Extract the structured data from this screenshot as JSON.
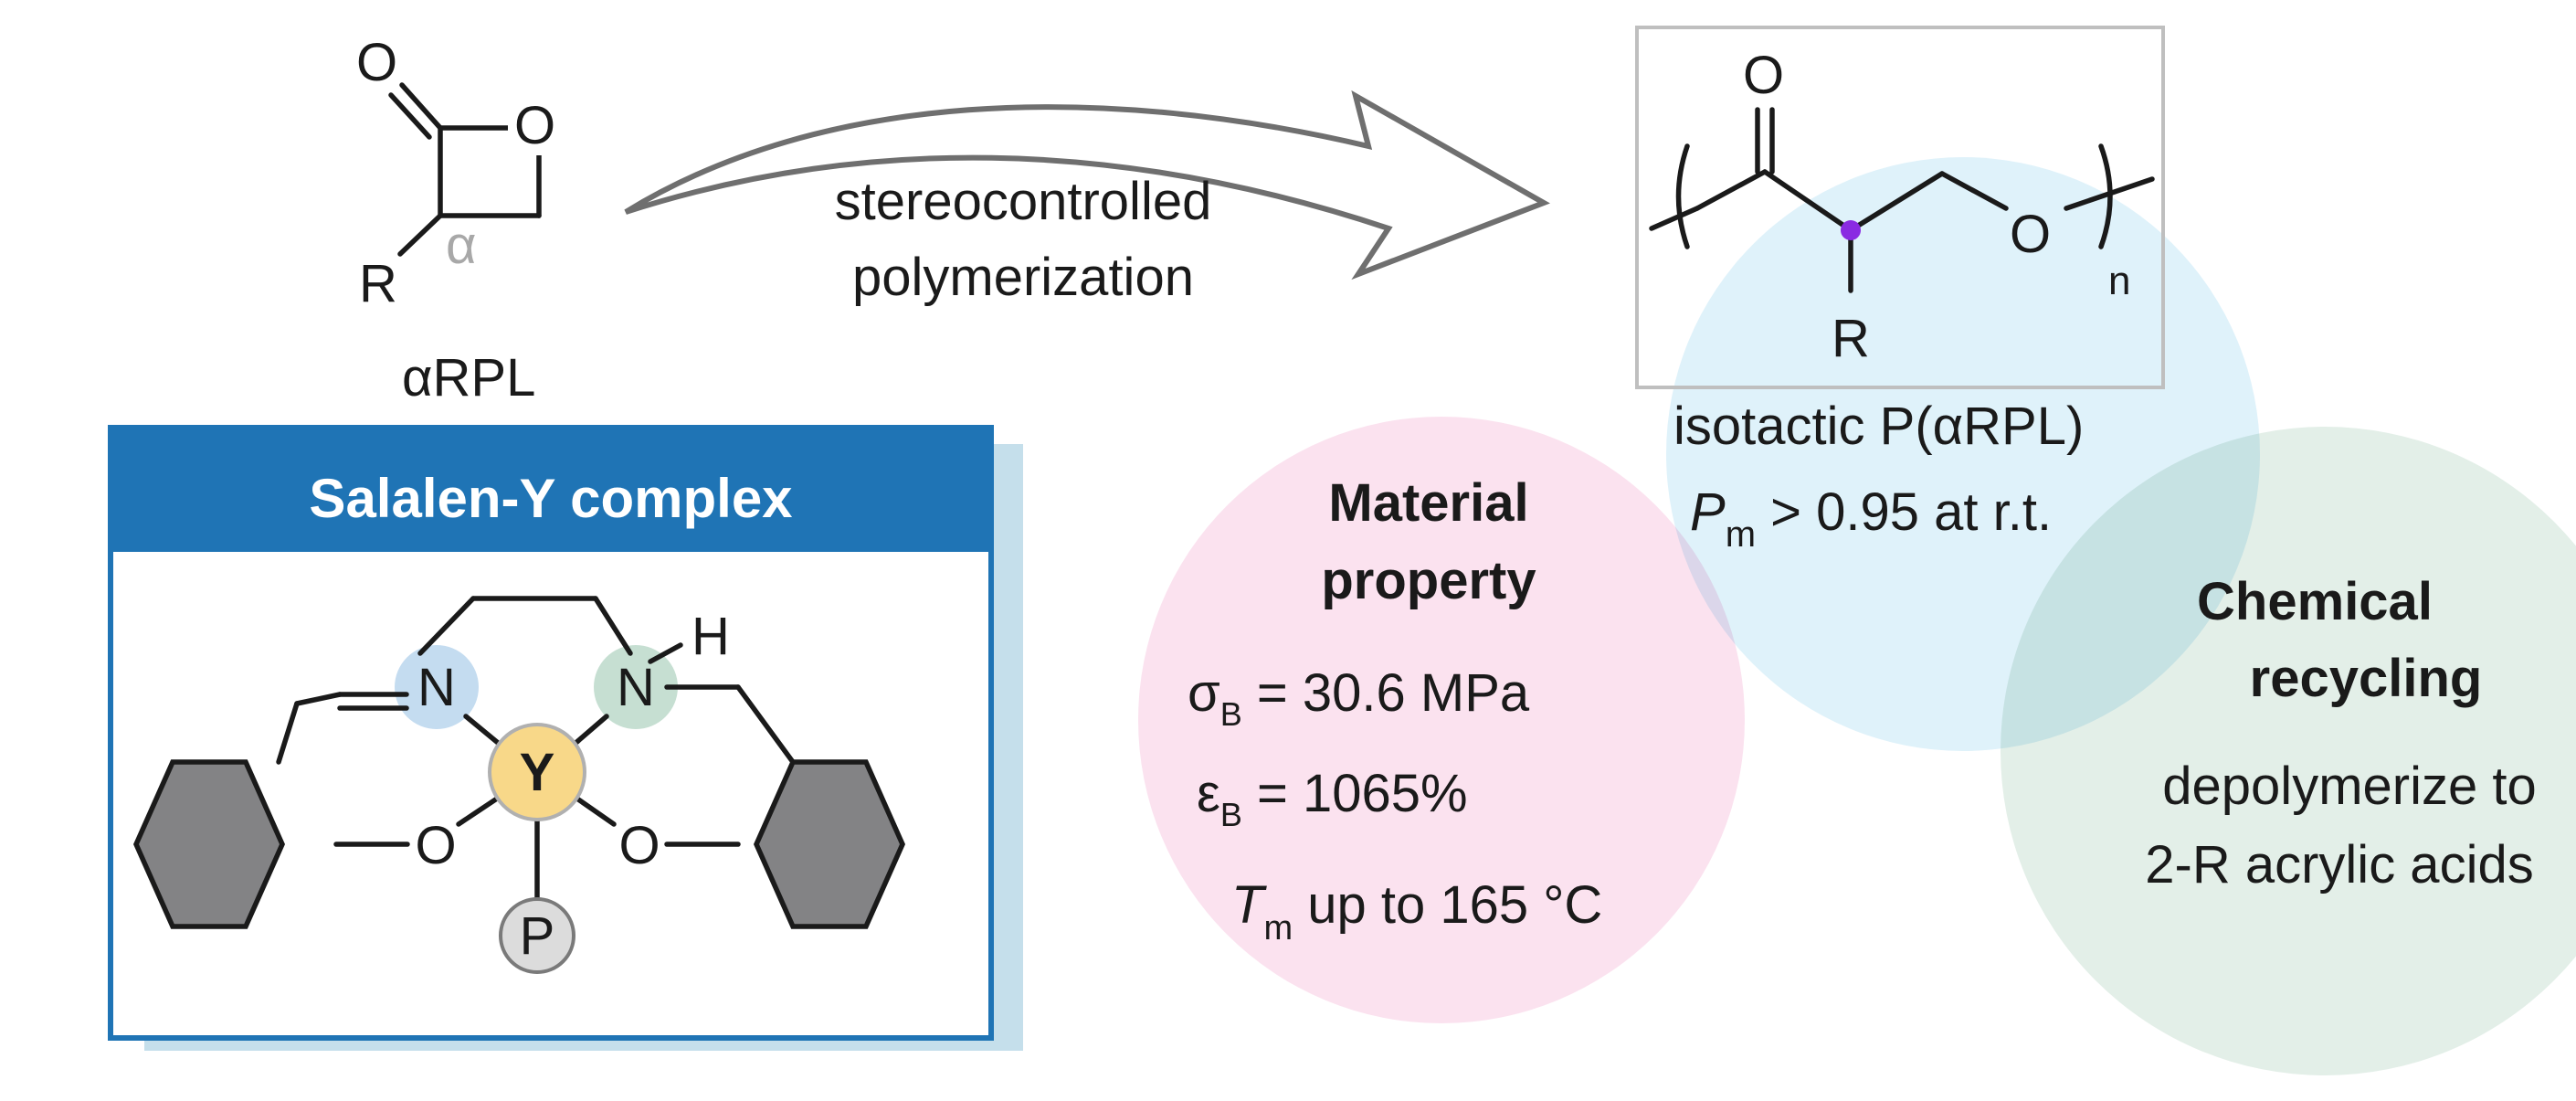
{
  "monomer": {
    "atom_O_carbonyl": "O",
    "atom_O_ring": "O",
    "alpha_mark": "α",
    "substituent": "R",
    "name": "αRPL"
  },
  "arrow": {
    "line1": "stereocontrolled",
    "line2": "polymerization"
  },
  "polymer": {
    "atom_O_carbonyl": "O",
    "atom_O_chain": "O",
    "substituent": "R",
    "repeat_subscript": "n",
    "name": "isotactic P(αRPL)",
    "pm_symbol": "P",
    "pm_subscript": "m",
    "pm_rest": " > 0.95 at r.t."
  },
  "catalyst": {
    "title": "Salalen-Y complex",
    "atom_N_imine": "N",
    "atom_N_amine": "N",
    "atom_H": "H",
    "metal": "Y",
    "atom_O_left": "O",
    "atom_O_right": "O",
    "polymer_chain": "P"
  },
  "material": {
    "title_line1": "Material",
    "title_line2": "property",
    "sigma_symbol": "σ",
    "sigma_sub": "B",
    "sigma_value": " = 30.6 MPa",
    "eps_symbol": "ε",
    "eps_sub": "B",
    "eps_value": " = 1065%",
    "tm_symbol": "T",
    "tm_sub": "m",
    "tm_value": " up to 165 °C"
  },
  "recycling": {
    "title_line1": "Chemical",
    "title_line2": "recycling",
    "line1": "depolymerize to",
    "line2": "2-R acrylic acids"
  },
  "colors": {
    "bond": "#1a1a1a",
    "arrow_outline": "#6f6f6f",
    "alpha_gray": "#a8a8a8",
    "box_border": "#bfbfbf",
    "catalyst_blue": "#1f74b5",
    "catalyst_shadow": "#c5dfeb",
    "ring_fill": "#838385",
    "metal_fill": "#f8d889",
    "n_imine_fill": "#c4dcf0",
    "n_amine_fill": "#c6dfd2",
    "p_fill": "#dcdcdc",
    "pink_circle": "#fbe2ef",
    "blue_circle": "#dff2fa",
    "green_circle": "#e3efe8",
    "stereo_dot": "#8a2be2"
  }
}
